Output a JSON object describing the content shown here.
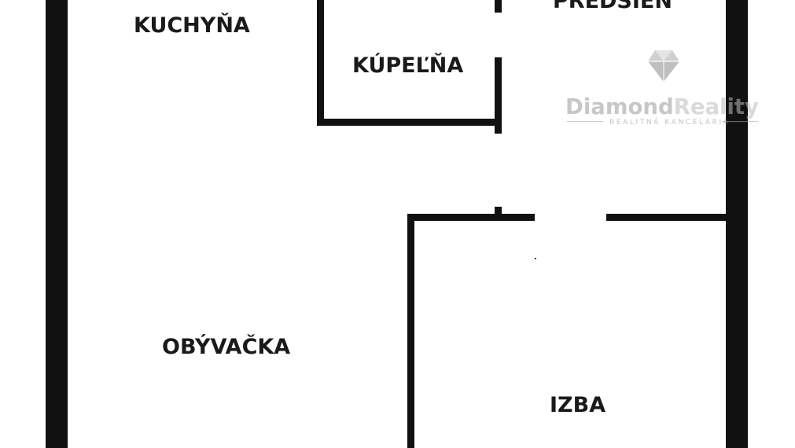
{
  "rooms": {
    "kitchen": "KUCHYŇA",
    "bathroom": "KÚPEĽŇA",
    "hallway": "PREDSIEŇ",
    "living_room": "OBÝVAČKA",
    "bedroom": "IZBA"
  },
  "watermark": {
    "name_part1": "Diamond",
    "name_part2": "Reality",
    "tagline": "REALITNÁ KANCELÁRIA",
    "logo_icon": "diamond-icon"
  },
  "colors": {
    "wall": "#111111",
    "label": "#1a1a1a",
    "watermark": "#c4c4c4"
  }
}
